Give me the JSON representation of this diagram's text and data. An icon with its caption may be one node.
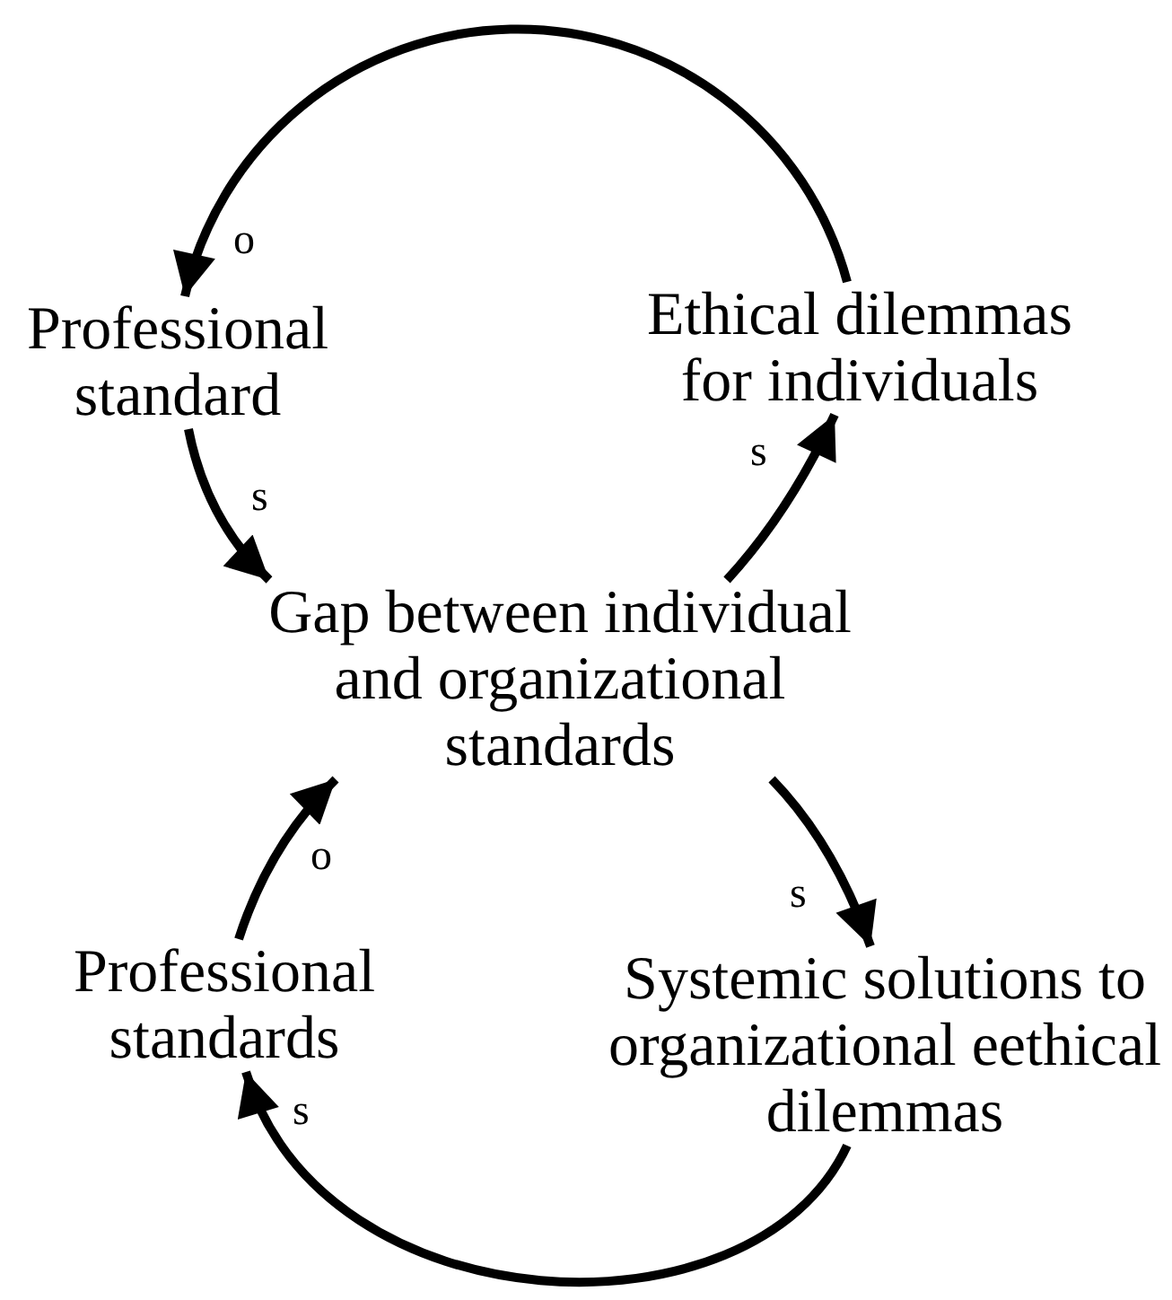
{
  "diagram": {
    "nodes": [
      {
        "text": [
          "Professional standard"
        ]
      },
      {
        "text": [
          "Ethical dilemmas for individuals"
        ]
      },
      {
        "text": [
          "Gap between individual and organizational standards"
        ]
      },
      {
        "text": [
          "Professional standards"
        ]
      },
      {
        "text": [
          "Systemic solutions to organizational eethical dilemmas"
        ]
      }
    ],
    "edges": [
      {
        "from": 1,
        "to": 0,
        "arrow": "to",
        "label": "o"
      },
      {
        "from": 0,
        "to": 2,
        "arrow": "to",
        "label": "s"
      },
      {
        "from": 2,
        "to": 1,
        "arrow": "to",
        "label": "s"
      },
      {
        "from": 2,
        "to": 4,
        "arrow": "to",
        "label": "s"
      },
      {
        "from": 4,
        "to": 3,
        "arrow": "to",
        "label": "s"
      },
      {
        "from": 3,
        "to": 2,
        "arrow": "to",
        "label": "o"
      }
    ]
  }
}
